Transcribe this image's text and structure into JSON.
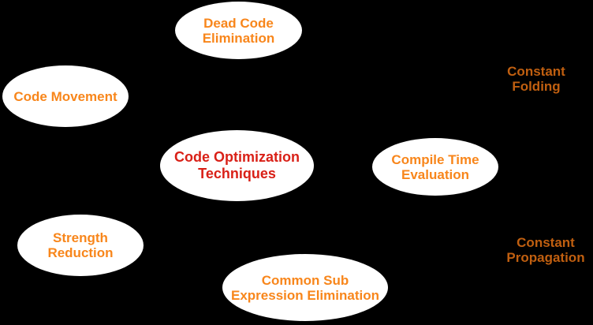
{
  "diagram": {
    "title": "Code Optimization Techniques concept map",
    "colors": {
      "bg": "#000000",
      "node-fill": "#ffffff",
      "node-text": "#f8861b",
      "center-text": "#d92017",
      "label-text": "#c05f10"
    },
    "nodes": [
      {
        "id": "dead-code-elimination",
        "lines": [
          "Dead Code",
          "Elimination"
        ]
      },
      {
        "id": "code-movement",
        "lines": [
          "Code Movement"
        ]
      },
      {
        "id": "code-optimization-techniques",
        "lines": [
          "Code Optimization",
          "Techniques"
        ]
      },
      {
        "id": "compile-time-evaluation",
        "lines": [
          "Compile Time",
          "Evaluation"
        ]
      },
      {
        "id": "strength-reduction",
        "lines": [
          "Strength",
          "Reduction"
        ]
      },
      {
        "id": "common-sub-expression-elimination",
        "lines": [
          "Common Sub",
          "Expression Elimination"
        ]
      }
    ],
    "labels": [
      {
        "id": "constant-folding",
        "lines": [
          "Constant",
          "Folding"
        ]
      },
      {
        "id": "constant-propagation",
        "lines": [
          "Constant",
          "Propagation"
        ]
      }
    ]
  }
}
